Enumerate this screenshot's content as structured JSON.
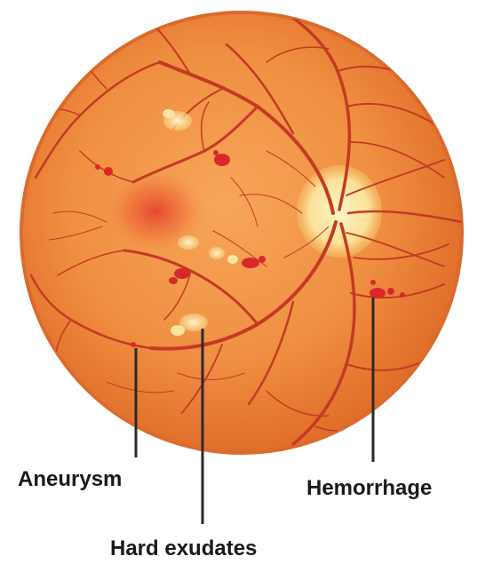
{
  "labels": {
    "aneurysm": "Aneurysm",
    "hard_exudates": "Hard exudates",
    "hemorrhage": "Hemorrhage"
  },
  "colors": {
    "fundus_light": "#f6a055",
    "fundus_mid": "#ee8a3c",
    "fundus_dark": "#e06d27",
    "rim": "#d9622a",
    "vessel": "#c63b22",
    "optic_disc": "#fbe6a4",
    "exudate": "#fcecb0",
    "lesion": "#d8282a",
    "macula": "#e4372c",
    "pointer": "#2a2a2a"
  }
}
